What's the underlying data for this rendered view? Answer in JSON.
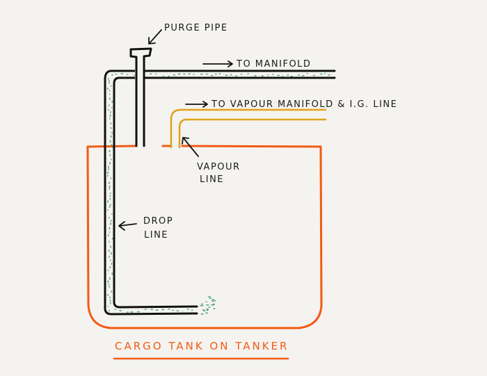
{
  "diagram": {
    "title": "CARGO TANK ON TANKER",
    "labels": {
      "purge_pipe": "PURGE PIPE",
      "to_manifold": "TO MANIFOLD",
      "to_vapour_manifold": "TO VAPOUR MANIFOLD & I.G. LINE",
      "vapour_line_1": "VAPOUR",
      "vapour_line_2": "LINE",
      "drop_line_1": "DROP",
      "drop_line_2": "LINE"
    },
    "colors": {
      "background": "#f4f3ef",
      "tank": "#f25a14",
      "vapour_line": "#e0a21a",
      "pipe": "#111111",
      "cargo_dots": "#4aa57e"
    }
  }
}
